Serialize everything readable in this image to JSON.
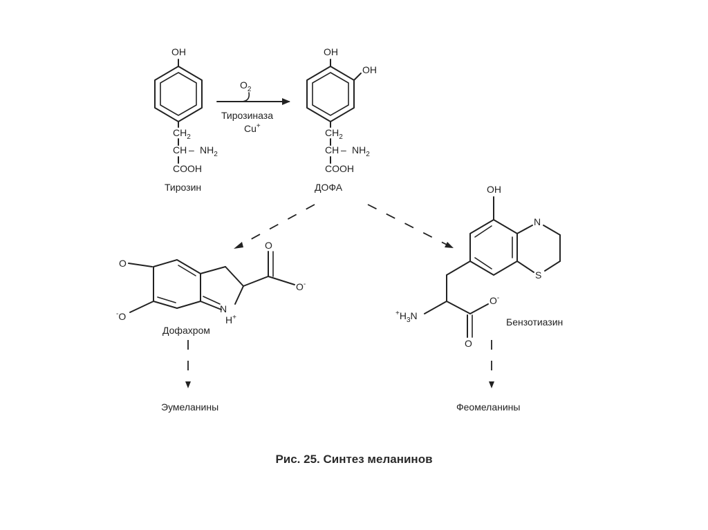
{
  "labels": {
    "tyrosine": "Тирозин",
    "dopa": "ДОФА",
    "dopachrome": "Дофахром",
    "benzothiazine": "Бензотиазин",
    "eumelanins": "Эумеланины",
    "pheomelanins": "Феомеланины"
  },
  "groups": {
    "oh": "OH",
    "ch2": "CH",
    "ch": "CH",
    "nh2": "NH",
    "cooh": "COOH",
    "o": "O",
    "n": "N",
    "s": "S",
    "h": "H",
    "h3n": "H",
    "n_charge_label": "N",
    "two": "2",
    "three": "3",
    "plus": "+",
    "minus": "-",
    "dash": "–"
  },
  "reaction": {
    "oxygen": "O",
    "oxygen_sub": "2",
    "enzyme": "Тирозиназа",
    "cofactor": "Cu",
    "cofactor_charge": "+"
  },
  "caption": "Рис. 25. Синтез меланинов"
}
